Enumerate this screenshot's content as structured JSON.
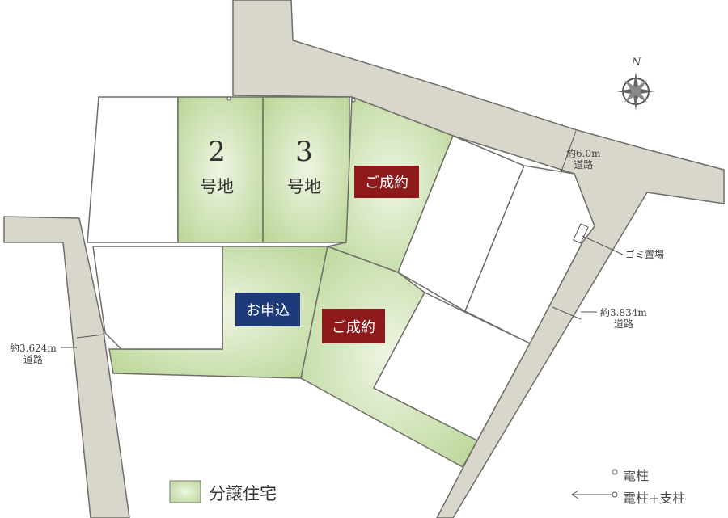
{
  "lots": [
    {
      "number": "2",
      "suffix": "号地"
    },
    {
      "number": "3",
      "suffix": "号地"
    }
  ],
  "badges": [
    {
      "label": "ご成約",
      "color": "#8e1a1c"
    },
    {
      "label": "お申込",
      "color": "#1f3a78"
    },
    {
      "label": "ご成約",
      "color": "#8e1a1c"
    }
  ],
  "roads": [
    {
      "width": "約6.0m",
      "label": "道路"
    },
    {
      "width": "約3.834m",
      "label": "道路"
    },
    {
      "width": "約3.624m",
      "label": "道路"
    }
  ],
  "garbage_label": "ゴミ置場",
  "compass": "N",
  "legend": {
    "subdivision": "分譲住宅",
    "pole": "電柱",
    "pole_support": "電柱+支柱"
  },
  "colors": {
    "green": "#c5dca4",
    "road": "#d9d6cc"
  }
}
